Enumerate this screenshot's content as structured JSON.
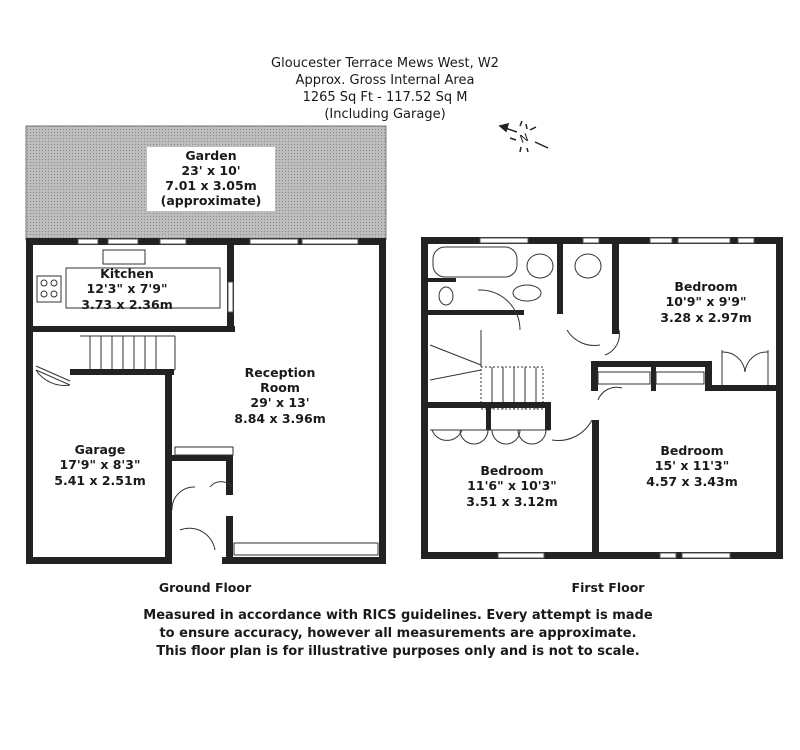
{
  "header": {
    "line1": "Gloucester Terrace Mews West, W2",
    "line2": "Approx. Gross Internal Area",
    "line3": "1265 Sq Ft  -  117.52 Sq M",
    "line4": "(Including Garage)"
  },
  "compass": {
    "label": "N"
  },
  "ground_floor": {
    "title": "Ground Floor",
    "rooms": [
      {
        "name": "Garden",
        "imperial": "23' x 10'",
        "metric": "7.01 x 3.05m",
        "note": "(approximate)"
      },
      {
        "name": "Kitchen",
        "imperial": "12'3\" x 7'9\"",
        "metric": "3.73 x 2.36m"
      },
      {
        "name": "Reception",
        "name2": "Room",
        "imperial": "29' x 13'",
        "metric": "8.84 x 3.96m"
      },
      {
        "name": "Garage",
        "imperial": "17'9\" x 8'3\"",
        "metric": "5.41 x 2.51m"
      }
    ]
  },
  "first_floor": {
    "title": "First Floor",
    "rooms": [
      {
        "name": "Bedroom",
        "imperial": "10'9\" x 9'9\"",
        "metric": "3.28 x 2.97m"
      },
      {
        "name": "Bedroom",
        "imperial": "15' x 11'3\"",
        "metric": "4.57 x 3.43m"
      },
      {
        "name": "Bedroom",
        "imperial": "11'6\" x 10'3\"",
        "metric": "3.51 x 3.12m"
      }
    ]
  },
  "footer": {
    "line1": "Measured in accordance with RICS guidelines. Every attempt is made",
    "line2": "to ensure accuracy, however all measurements are approximate.",
    "line3": "This floor plan is for illustrative purposes only and is not to scale."
  }
}
